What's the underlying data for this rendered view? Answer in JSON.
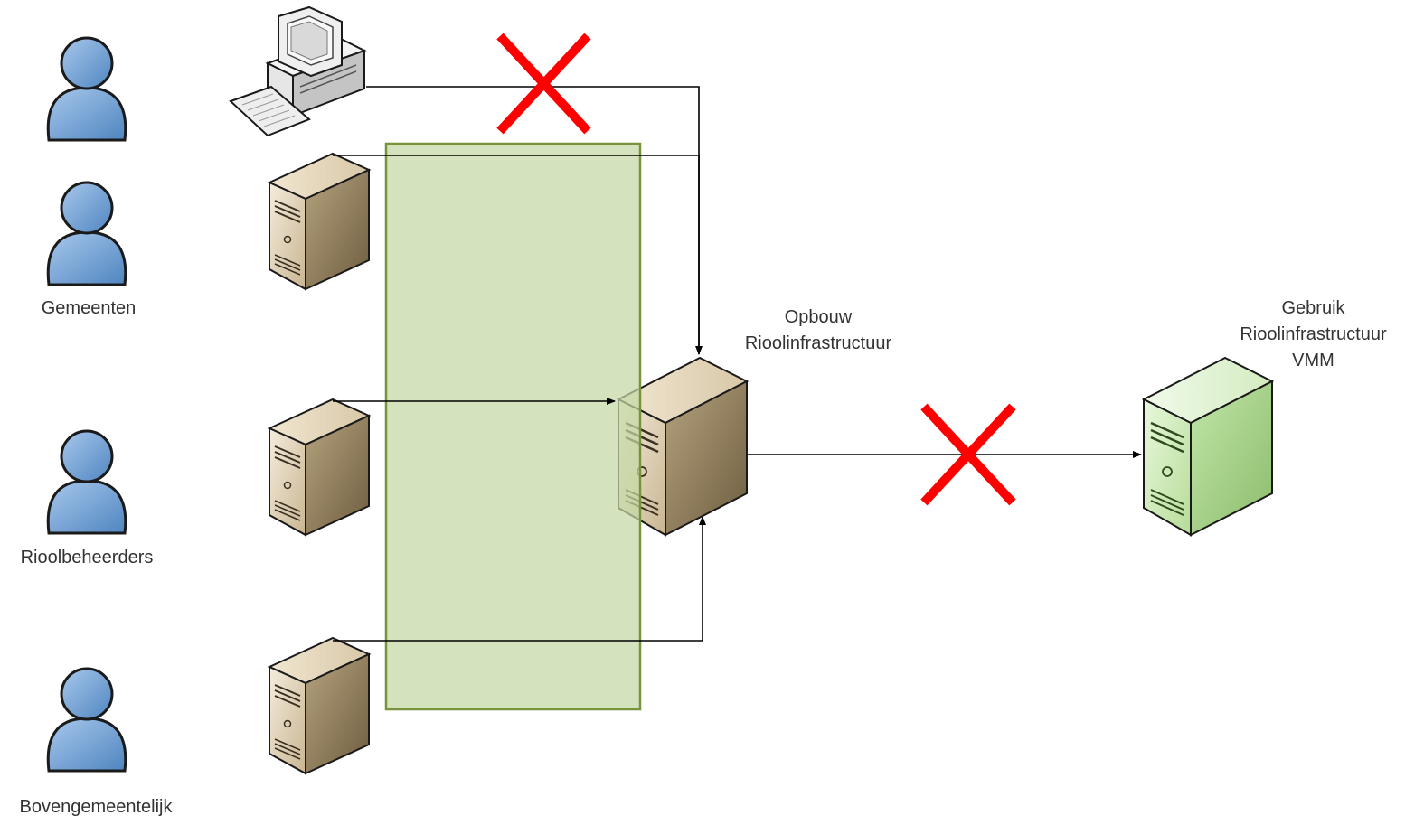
{
  "labels": {
    "gemeenten": "Gemeenten",
    "rioolbeheerders": "Rioolbeheerders",
    "bovengemeentelijk": "Bovengemeentelijk",
    "opbouw_line1": "Opbouw",
    "opbouw_line2": "Rioolinfrastructuur",
    "gebruik_line1": "Gebruik",
    "gebruik_line2": "Rioolinfrastructuur",
    "gebruik_line3": "VMM"
  },
  "colors": {
    "person_fill": "#6a9fd4",
    "person_stroke": "#1a1a1a",
    "server_front": "#e9dcc4",
    "server_side": "#a89470",
    "central_server_front": "#e9dcc4",
    "vmm_server_front": "#d8f0c4",
    "green_box_fill": "#d7e4bd",
    "green_box_stroke": "#77933c",
    "red_cross": "#ff0000",
    "connector": "#000000"
  }
}
